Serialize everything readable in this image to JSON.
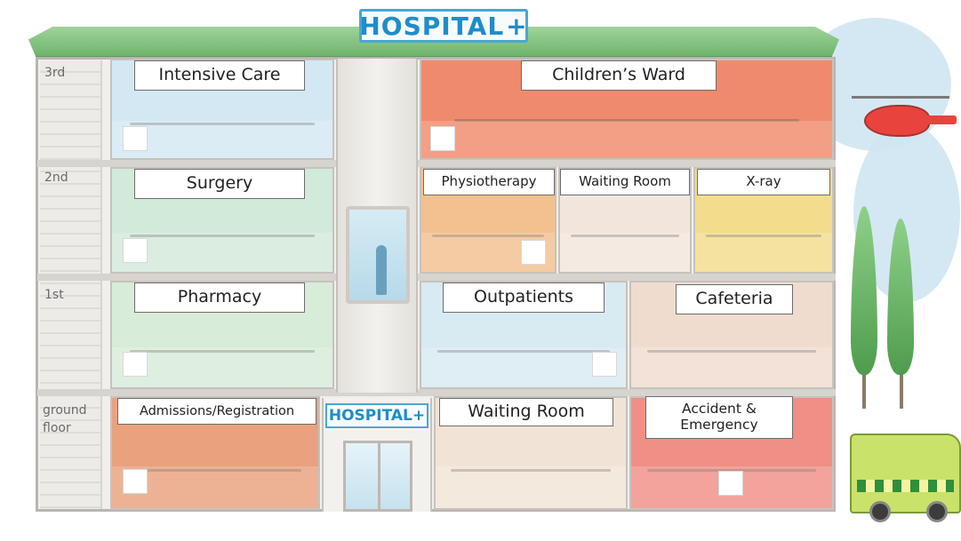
{
  "signs": {
    "main_text": "HOSPITAL",
    "main_plus": "+",
    "entrance_text": "HOSPITAL",
    "entrance_plus": "+"
  },
  "floors": {
    "third": "3rd",
    "second": "2nd",
    "first": "1st",
    "ground": "ground floor"
  },
  "rooms": {
    "intensive_care": "Intensive Care",
    "childrens_ward": "Children’s Ward",
    "surgery": "Surgery",
    "physiotherapy": "Physiotherapy",
    "waiting_room_2nd": "Waiting Room",
    "xray": "X-ray",
    "pharmacy": "Pharmacy",
    "outpatients": "Outpatients",
    "cafeteria": "Cafeteria",
    "admissions": "Admissions/Registration",
    "waiting_room_ground": "Waiting Room",
    "accident_emergency": "Accident & Emergency"
  },
  "colors": {
    "sign_blue": "#1f8dc8",
    "roof_green": "#6fb46c",
    "intensive_care_bg": "#d4e8f3",
    "childrens_ward_bg": "#f08a6c",
    "surgery_bg": "#d2ead9",
    "physiotherapy_bg": "#f3c08f",
    "waiting_room_2nd_bg": "#f2e6dc",
    "xray_bg": "#f3dc8c",
    "pharmacy_bg": "#d7ecd9",
    "outpatients_bg": "#d8eaf2",
    "cafeteria_bg": "#f0dccf",
    "admissions_bg": "#e9a27d",
    "waiting_room_ground_bg": "#f1e4d6",
    "accident_emergency_bg": "#ef8f86"
  }
}
